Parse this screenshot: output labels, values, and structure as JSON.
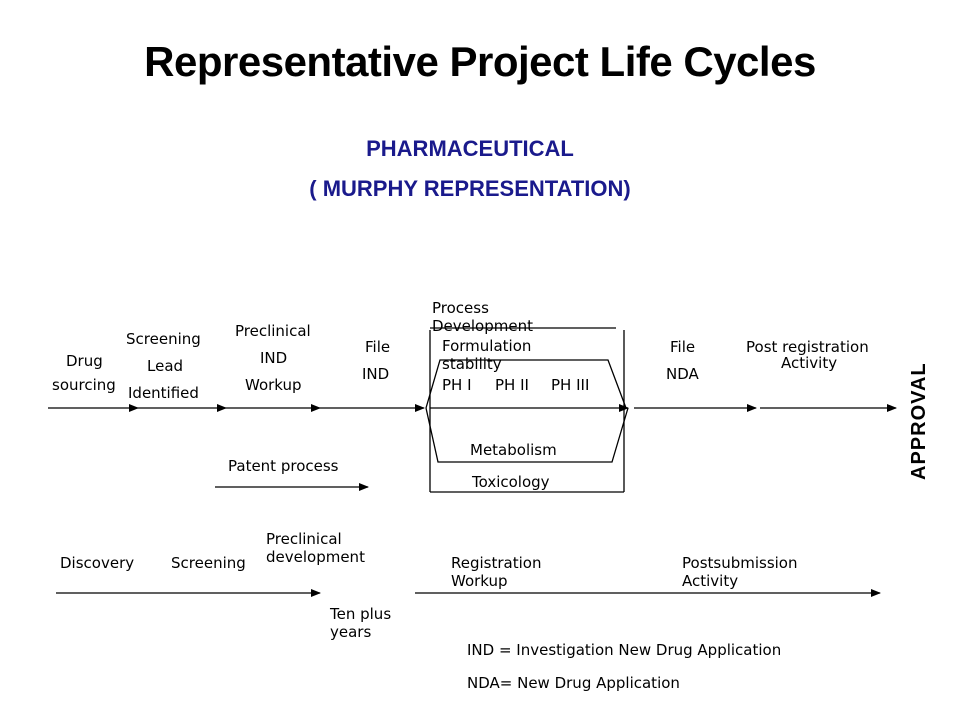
{
  "title": "Representative Project  Life Cycles",
  "subtitle_line1": "PHARMACEUTICAL",
  "subtitle_line2": "( MURPHY REPRESENTATION)",
  "top_row": {
    "drug": "Drug",
    "sourcing": "sourcing",
    "screening": "Screening",
    "lead": "Lead",
    "identified": "Identified",
    "preclinical": "Preclinical",
    "ind": "IND",
    "workup": "Workup",
    "file1": "File",
    "ind2": "IND",
    "process_development": "Process\nDevelopment",
    "formulation": "Formulation\nstability",
    "ph1": "PH I",
    "ph2": "PH II",
    "ph3": "PH III",
    "metabolism": "Metabolism",
    "toxicology": "Toxicology",
    "file2": "File",
    "nda": "NDA",
    "post_registration": "Post registration",
    "activity": "Activity",
    "approval": "APPROVAL",
    "patent_process": "Patent process"
  },
  "bottom_row": {
    "discovery": "Discovery",
    "screening": "Screening",
    "preclinical_development": "Preclinical\ndevelopment",
    "registration_workup": "Registration\nWorkup",
    "postsubmission_activity": "Postsubmission\nActivity",
    "ten_plus_years": "Ten plus\nyears"
  },
  "legend": {
    "ind_def": "IND = Investigation New Drug Application",
    "nda_def": "NDA= New Drug Application"
  }
}
